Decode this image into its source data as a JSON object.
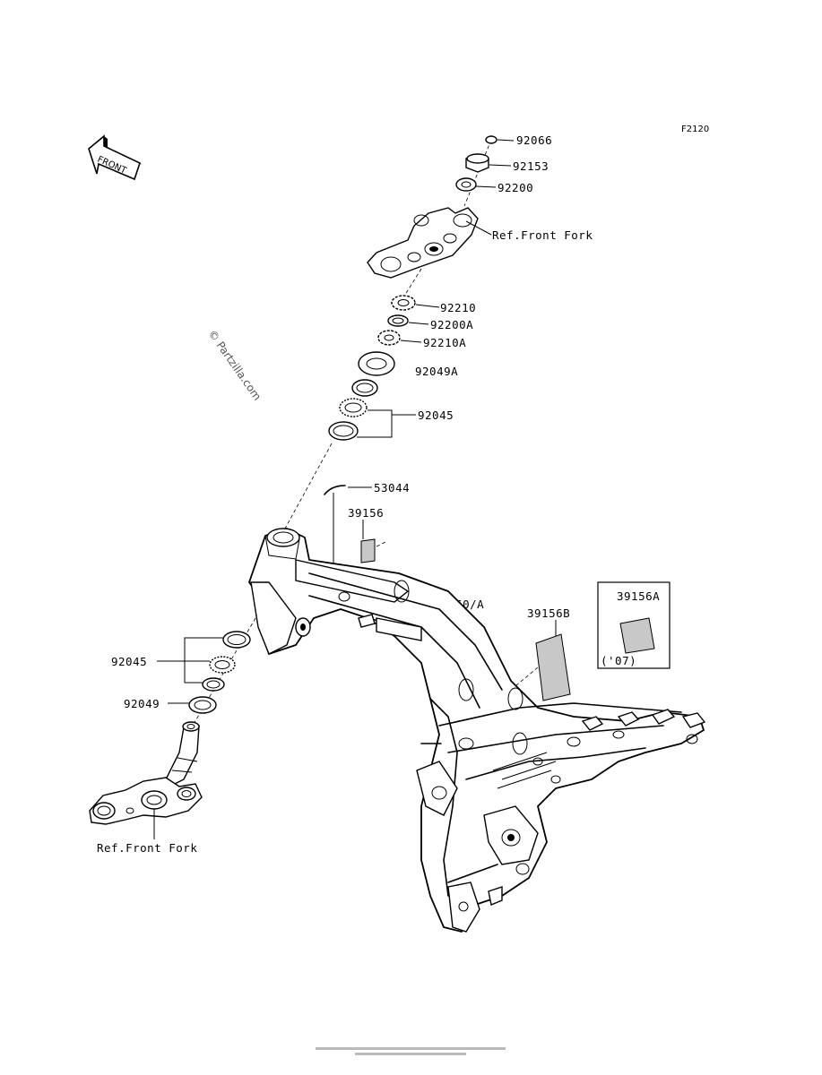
{
  "figure_code": "F2120",
  "front_arrow_label": "FRONT",
  "watermark": "© Partzilla.com",
  "labels": {
    "p92066": "92066",
    "p92153": "92153",
    "p92200": "92200",
    "ref_front_fork_top": "Ref.Front Fork",
    "p92210": "92210",
    "p92200A": "92200A",
    "p92210A": "92210A",
    "p92049A": "92049A",
    "p92045_top": "92045",
    "p53044": "53044",
    "p39156": "39156",
    "p32160A": "32160/A",
    "p39156B": "39156B",
    "p39156A": "39156A",
    "year_07": "('07)",
    "p92045_bottom": "92045",
    "p92049": "92049",
    "ref_front_fork_bottom": "Ref.Front Fork"
  }
}
